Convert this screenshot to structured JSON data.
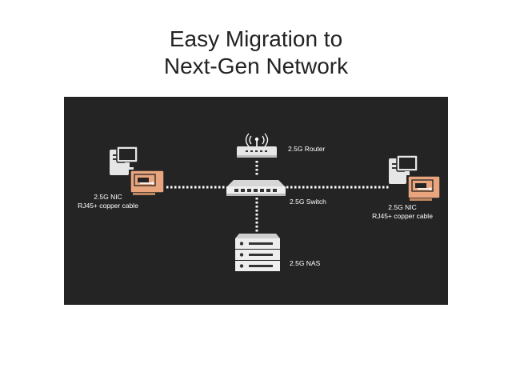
{
  "title": {
    "line1": "Easy Migration to",
    "line2": "Next-Gen Network"
  },
  "colors": {
    "background": "#ffffff",
    "panel": "#242424",
    "nic_accent": "#e8a57e",
    "device": "#e6e6e6",
    "link": "#ffffff"
  },
  "nodes": {
    "router": {
      "label": "2.5G Router"
    },
    "switch": {
      "label": "2.5G Switch"
    },
    "nas": {
      "label": "2.5G NAS"
    },
    "left_pc": {
      "label_line1": "2.5G NIC",
      "label_line2": "RJ45+ copper cable"
    },
    "right_pc": {
      "label_line1": "2.5G NIC",
      "label_line2": "RJ45+ copper cable"
    }
  },
  "links": [
    {
      "from": "left_pc",
      "to": "switch",
      "style": "dotted"
    },
    {
      "from": "switch",
      "to": "right_pc",
      "style": "dotted"
    },
    {
      "from": "router",
      "to": "switch",
      "style": "dotted"
    },
    {
      "from": "switch",
      "to": "nas",
      "style": "dotted"
    }
  ]
}
